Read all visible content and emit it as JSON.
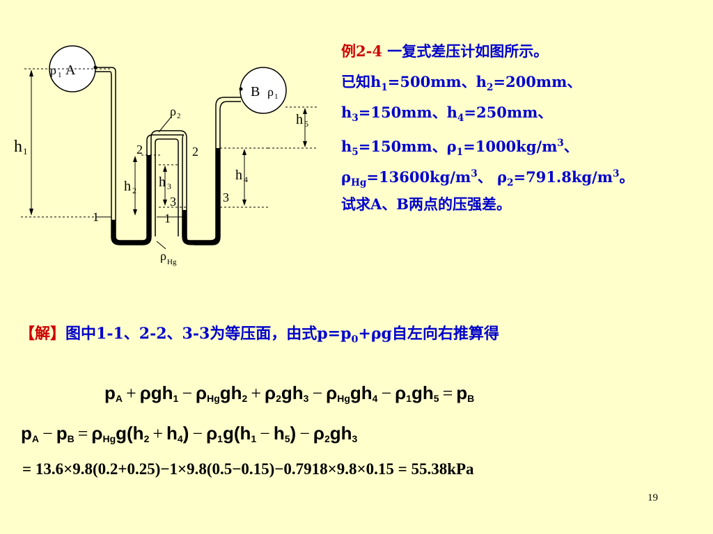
{
  "diagram": {
    "labels": {
      "h1": "h",
      "h1_sub": "1",
      "h2": "h",
      "h2_sub": "2",
      "h3": "h",
      "h3_sub": "3",
      "h4": "h",
      "h4_sub": "4",
      "h5": "h",
      "h5_sub": "5",
      "one_left": "1",
      "one_mid": "1",
      "two_left": "2",
      "two_right": "2",
      "three_left": "3",
      "three_right": "3",
      "rho2": "ρ",
      "rho2_sub": "2",
      "rhohg": "ρ",
      "rhohg_sub": "Hg",
      "bulbA_rho": "ρ",
      "bulbA_sub": "1",
      "bulbA_letter": "A",
      "bulbB_letter": "B",
      "bulbB_rho": "ρ",
      "bulbB_sub": "1"
    }
  },
  "problem": {
    "label": "例2-4",
    "line1": " 一复式差压计如图所示。",
    "line2_prefix": "已知h",
    "line2_s1": "1",
    "line2_mid": "=500mm、h",
    "line2_s2": "2",
    "line2_end": "=200mm、",
    "line3_a": "h",
    "line3_s1": "3",
    "line3_b": "=150mm、h",
    "line3_s2": "4",
    "line3_c": "=250mm、",
    "line4_a": "h",
    "line4_s1": "5",
    "line4_b": "=150mm、ρ",
    "line4_s2": "1",
    "line4_c": "=1000kg/m",
    "line4_sup": "3",
    "line4_d": "、",
    "line5_a": "ρ",
    "line5_s1": "Hg",
    "line5_b": "=13600kg/m",
    "line5_sup1": "3",
    "line5_c": "、 ρ",
    "line5_s2": "2",
    "line5_d": "=791.8kg/m",
    "line5_sup2": "3",
    "line5_e": "。",
    "line6": "试求A、B两点的压强差。"
  },
  "solution": {
    "label": "【解】",
    "text_a": "图中1-1、2-2、3-3为等压面，由式p=p",
    "text_sub": "0",
    "text_b": "+ρg自左向右推算得"
  },
  "equations": {
    "eq1": [
      {
        "t": "p",
        "s": "A"
      },
      {
        "op": "+"
      },
      {
        "t": "ρgh",
        "s": "1"
      },
      {
        "op": "−"
      },
      {
        "t": "ρ",
        "s": "Hg"
      },
      {
        "t": "gh",
        "s": "2"
      },
      {
        "op": "+"
      },
      {
        "t": "ρ",
        "s": "2"
      },
      {
        "t": "gh",
        "s": "3"
      },
      {
        "op": "−"
      },
      {
        "t": "ρ",
        "s": "Hg"
      },
      {
        "t": "gh",
        "s": "4"
      },
      {
        "op": "−"
      },
      {
        "t": "ρ",
        "s": "1"
      },
      {
        "t": "gh",
        "s": "5"
      },
      {
        "op": "="
      },
      {
        "t": "p",
        "s": "B"
      }
    ],
    "eq2": [
      {
        "t": "p",
        "s": "A"
      },
      {
        "op": "−"
      },
      {
        "t": "p",
        "s": "B"
      },
      {
        "op": "="
      },
      {
        "t": "ρ",
        "s": "Hg"
      },
      {
        "t": "g(h",
        "s": "2"
      },
      {
        "op": "+"
      },
      {
        "t": "h",
        "s": "4"
      },
      {
        "t": ")"
      },
      {
        "op": "−"
      },
      {
        "t": "ρ",
        "s": "1"
      },
      {
        "t": "g(h",
        "s": "1"
      },
      {
        "op": "−"
      },
      {
        "t": "h",
        "s": "5"
      },
      {
        "t": ")"
      },
      {
        "op": "−"
      },
      {
        "t": "ρ",
        "s": "2"
      },
      {
        "t": "gh",
        "s": "3"
      }
    ],
    "eq3": "= 13.6×9.8(0.2+0.25)−1×9.8(0.5−0.15)−0.7918×9.8×0.15 = 55.38kPa"
  },
  "page_number": "19"
}
